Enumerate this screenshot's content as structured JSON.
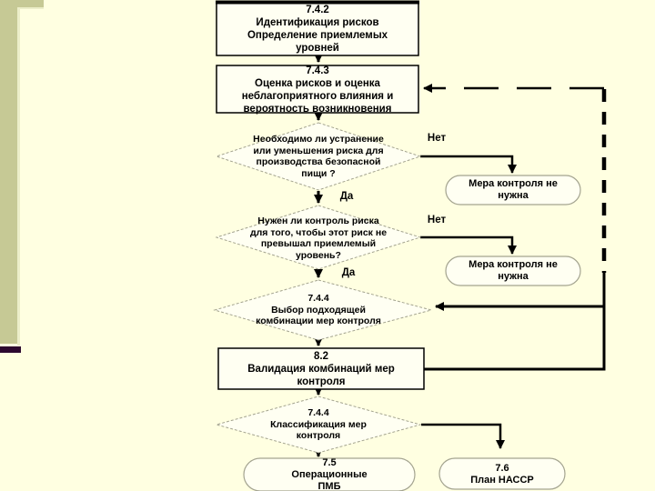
{
  "slide": {
    "kind": "flowchart-slide"
  },
  "colors": {
    "page_bg": "#ffffe1",
    "sidebar": "#c6c995",
    "sidebar_groove": "#eceec9",
    "accent_bar": "#2d092f",
    "shape_fill": "#fffff2",
    "shape_border": "#000000",
    "soft_border": "#a3a38f",
    "text": "#000000"
  },
  "flowchart": {
    "nodes": {
      "identify": {
        "clause": "7.4.2",
        "label": "7.4.2\nИдентификация рисков\nОпределение приемлемых\nуровней"
      },
      "assess": {
        "clause": "7.4.3",
        "label": "7.4.3\nОценка рисков и оценка\nнеблагоприятного влияния и\nвероятность возникновения"
      },
      "decision_eliminate": {
        "label": "Необходимо ли устранение\nили уменьшения риска для\nпроизводства безопасной\nпищи ?"
      },
      "no_control_1": {
        "label": "Мера контроля не\nнужна"
      },
      "decision_control": {
        "label": "Нужен ли контроль риска\nдля того, чтобы этот риск не\nпревышал приемлемый\nуровень?"
      },
      "no_control_2": {
        "label": "Мера контроля не\nнужна"
      },
      "select_combo": {
        "clause": "7.4.4",
        "label": "7.4.4\nВыбор подходящей\nкомбинации мер контроля"
      },
      "validation": {
        "clause": "8.2",
        "label": "8.2\nВалидация комбинаций мер\nконтроля"
      },
      "classification": {
        "clause": "7.4.4",
        "label": "7.4.4\nКлассификация мер\nконтроля"
      },
      "oprp": {
        "clause": "7.5",
        "label": "7.5\nОперационные\nПМБ"
      },
      "haccp": {
        "clause": "7.6",
        "label": "7.6\nПлан НАССР"
      }
    },
    "edge_labels": {
      "no1": "Нет",
      "yes1": "Да",
      "no2": "Нет",
      "yes2": "Да"
    }
  }
}
